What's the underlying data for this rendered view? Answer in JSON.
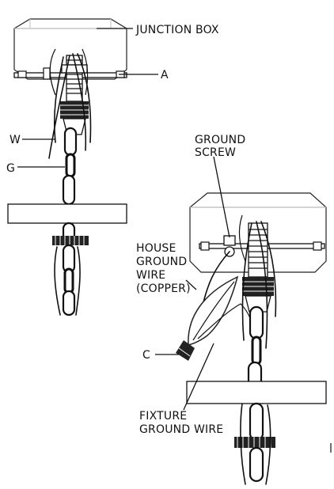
{
  "labels": {
    "junction_box": "JUNCTION BOX",
    "a": "A",
    "w": "W",
    "g": "G",
    "ground_screw_1": "GROUND",
    "ground_screw_2": "SCREW",
    "house_ground_1": "HOUSE",
    "house_ground_2": "GROUND",
    "house_ground_3": "WIRE",
    "house_ground_4": "(COPPER)",
    "c": "C",
    "fixture_ground_1": "FIXTURE",
    "fixture_ground_2": "GROUND WIRE"
  }
}
